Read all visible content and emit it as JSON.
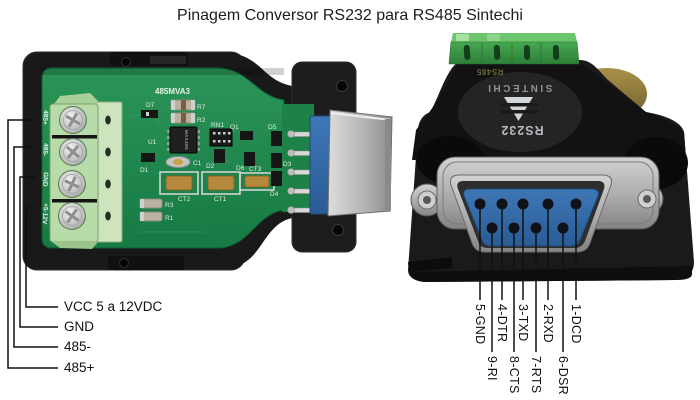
{
  "title": "Pinagem Conversor RS232 para RS485 Sintechi",
  "left_module": {
    "board_code": "485MVA3",
    "chip_marking": "MAX485",
    "terminal_silkscreen": [
      "485+",
      "485-",
      "GND",
      "+5-12V"
    ],
    "component_silkscreen": [
      "D7",
      "R7",
      "R2",
      "U1",
      "RN1",
      "Q1",
      "C1",
      "D1",
      "D2",
      "D6",
      "CT2",
      "CT1",
      "CT3",
      "R3",
      "R1",
      "D5",
      "D3",
      "D4"
    ],
    "wire_labels": [
      "VCC 5 a 12VDC",
      "GND",
      "485-",
      "485+"
    ]
  },
  "right_module": {
    "brand": "SINTECHI",
    "top_port_label": "RS485",
    "front_label": "RS232",
    "pin_labels_top_row": [
      "5-GND",
      "4-DTR",
      "3-TXD",
      "2-RXD",
      "1-DCD"
    ],
    "pin_labels_bottom_row": [
      "9-RI",
      "8-CTS",
      "7-RTS",
      "6-DSR"
    ]
  },
  "colors": {
    "pcb_green": "#1f8a4d",
    "terminal_block_green": "#b7dca9",
    "rs485_port_green": "#3c9a46",
    "db9_insert_blue": "#33689f",
    "case_black": "#1a1a1a",
    "metal_silver": "#b9b9b9",
    "gold_badge": "#97823f",
    "annotation_line": "#111111"
  }
}
